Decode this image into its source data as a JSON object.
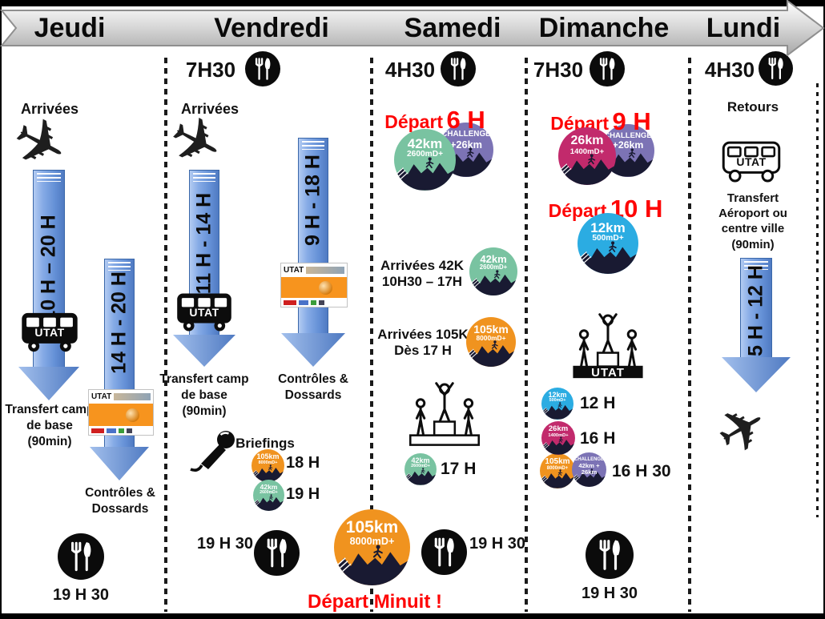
{
  "header": {
    "days": [
      "Jeudi",
      "Vendredi",
      "Samedi",
      "Dimanche",
      "Lundi"
    ]
  },
  "icons": {
    "plane": "✈"
  },
  "labels": {
    "utat": "UTAT"
  },
  "badges": {
    "b42": {
      "dist": "42km",
      "elev": "2600mD+",
      "color": "#79c3a1"
    },
    "b105": {
      "dist": "105km",
      "elev": "8000mD+",
      "color": "#f0931f"
    },
    "b26": {
      "dist": "26km",
      "elev": "1400mD+",
      "color": "#c22a6c"
    },
    "b12": {
      "dist": "12km",
      "elev": "500mD+",
      "color": "#2bace2"
    },
    "chal": {
      "title": "CHALLENGE",
      "sub": "+26km",
      "color": "#7c73b5"
    },
    "chal_full": {
      "title": "CHALLENGE",
      "sub": "42km + 26km",
      "color": "#7c73b5"
    }
  },
  "jeudi": {
    "arrivals": "Arrivées",
    "arrow1": "10 H – 20 H",
    "arrow2": "14 H - 20 H",
    "transfer": "Transfert camp de base (90min)",
    "controls": "Contrôles & Dossards",
    "dinner": "19 H 30"
  },
  "vendredi": {
    "breakfast": "7H30",
    "arrivals": "Arrivées",
    "arrow1": "11 H - 14 H",
    "arrow2": "9 H - 18 H",
    "transfer": "Transfert camp de base (90min)",
    "controls": "Contrôles & Dossards",
    "briefings": "Briefings",
    "briefing_105": "18 H",
    "briefing_42": "19 H",
    "dinner": "19 H 30"
  },
  "samedi": {
    "breakfast": "4H30",
    "depart_label": "Départ",
    "depart_time": "6 H",
    "arrivals_42": "Arrivées 42K",
    "arrivals_42_time": "10H30 – 17H",
    "arrivals_105": "Arrivées 105K",
    "arrivals_105_time": "Dès 17 H",
    "podium_time": "17 H",
    "dinner": "19 H 30",
    "depart_minuit": "Départ Minuit !"
  },
  "dimanche": {
    "breakfast": "7H30",
    "depart9_label": "Départ",
    "depart9_time": "9 H",
    "depart10_label": "Départ",
    "depart10_time": "10 H",
    "podium_label": "UTAT",
    "award_12": "12 H",
    "award_26": "16 H",
    "award_105": "16 H 30",
    "dinner": "19 H 30"
  },
  "lundi": {
    "breakfast": "4H30",
    "returns": "Retours",
    "transfer": "Transfert Aéroport ou centre ville (90min)",
    "arrow": "5 H - 12 H"
  }
}
